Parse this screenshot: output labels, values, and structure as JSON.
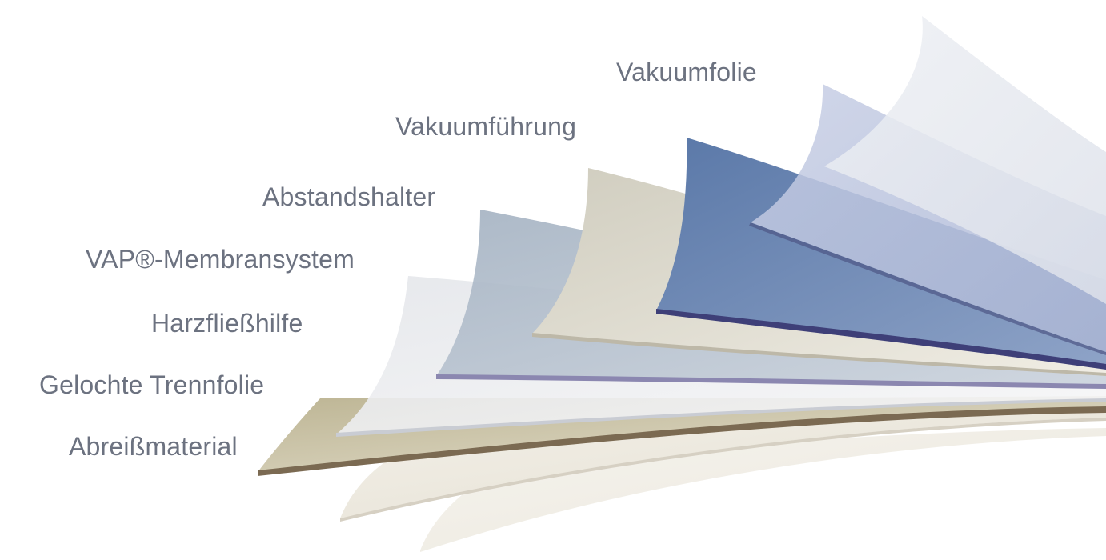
{
  "labels": {
    "vakuumfolie": "Vakuumfolie",
    "vakuumfuehrung": "Vakuumführung",
    "abstandshalter": "Abstandshalter",
    "vap_membransystem": "VAP®-Membransystem",
    "harzfliesshilfe": "Harzfließhilfe",
    "gelochte_trennfolie": "Gelochte Trennfolie",
    "abreissmaterial": "Abreißmaterial"
  },
  "colors": {
    "label_text": "#6c7280",
    "vakuumfolie": "#e3e6ee",
    "vakuumfuehrung": "#b9c2dd",
    "abstandshalter": "#6f89b3",
    "abstandshalter_edge": "#3e3f78",
    "vap_membransystem": "#dcd9cd",
    "harzfliesshilfe": "#b3bfcc",
    "harzfliesshilfe_edge": "#8b87b0",
    "gelochte_trennfolie": "#ecedef",
    "abreissmaterial": "#c8c1a6",
    "abreissmaterial_edge": "#7b6a52",
    "bottom_sheets": "#eeeadf"
  }
}
